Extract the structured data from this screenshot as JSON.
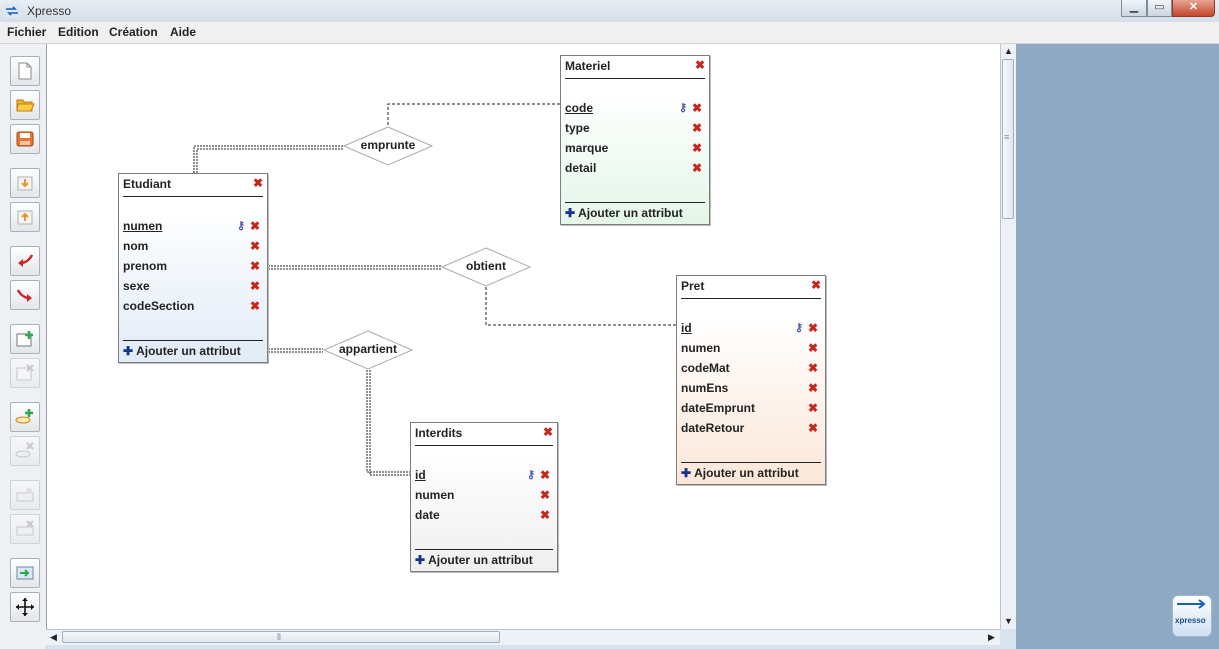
{
  "window": {
    "title": "Xpresso"
  },
  "menu": [
    "Fichier",
    "Edition",
    "Création",
    "Aide"
  ],
  "toolbar": [
    {
      "icon": "new-document-icon",
      "enabled": true
    },
    {
      "icon": "open-folder-icon",
      "enabled": true
    },
    {
      "icon": "save-icon",
      "enabled": true
    },
    {
      "icon": "import-icon",
      "enabled": true
    },
    {
      "icon": "export-icon",
      "enabled": true
    },
    {
      "icon": "undo-icon",
      "enabled": true
    },
    {
      "icon": "redo-icon",
      "enabled": true
    },
    {
      "icon": "add-entity-icon",
      "enabled": true
    },
    {
      "icon": "delete-entity-icon",
      "enabled": false
    },
    {
      "icon": "add-relation-icon",
      "enabled": true
    },
    {
      "icon": "delete-relation-icon",
      "enabled": false
    },
    {
      "icon": "add-link-icon",
      "enabled": false
    },
    {
      "icon": "delete-link-icon",
      "enabled": false
    },
    {
      "icon": "generate-icon",
      "enabled": true
    },
    {
      "icon": "move-icon",
      "enabled": true
    }
  ],
  "entities": {
    "materiel": {
      "name": "Materiel",
      "attributes": [
        {
          "name": "code",
          "pk": true
        },
        {
          "name": "type"
        },
        {
          "name": "marque"
        },
        {
          "name": "detail"
        }
      ],
      "add_label": "Ajouter un attribut"
    },
    "etudiant": {
      "name": "Etudiant",
      "attributes": [
        {
          "name": "numen",
          "pk": true
        },
        {
          "name": "nom"
        },
        {
          "name": "prenom"
        },
        {
          "name": "sexe"
        },
        {
          "name": "codeSection"
        }
      ],
      "add_label": "Ajouter un attribut"
    },
    "pret": {
      "name": "Pret",
      "attributes": [
        {
          "name": "id",
          "pk": true
        },
        {
          "name": "numen"
        },
        {
          "name": "codeMat"
        },
        {
          "name": "numEns"
        },
        {
          "name": "dateEmprunt"
        },
        {
          "name": "dateRetour"
        }
      ],
      "add_label": "Ajouter un attribut"
    },
    "interdits": {
      "name": "Interdits",
      "attributes": [
        {
          "name": "id",
          "pk": true
        },
        {
          "name": "numen"
        },
        {
          "name": "date"
        }
      ],
      "add_label": "Ajouter un attribut"
    }
  },
  "relations": {
    "emprunte": "emprunte",
    "obtient": "obtient",
    "appartient": "appartient"
  },
  "logo": {
    "text": "xpresso"
  },
  "colors": {
    "materiel_bg": "#e4f6e8",
    "etudiant_bg": "#e1ebf6",
    "pret_bg": "#fbe7d9",
    "interdits_bg": "#f2f2f2",
    "delete": "#c7261c",
    "key": "#4e57a6",
    "side_panel": "#8ea9c4"
  }
}
